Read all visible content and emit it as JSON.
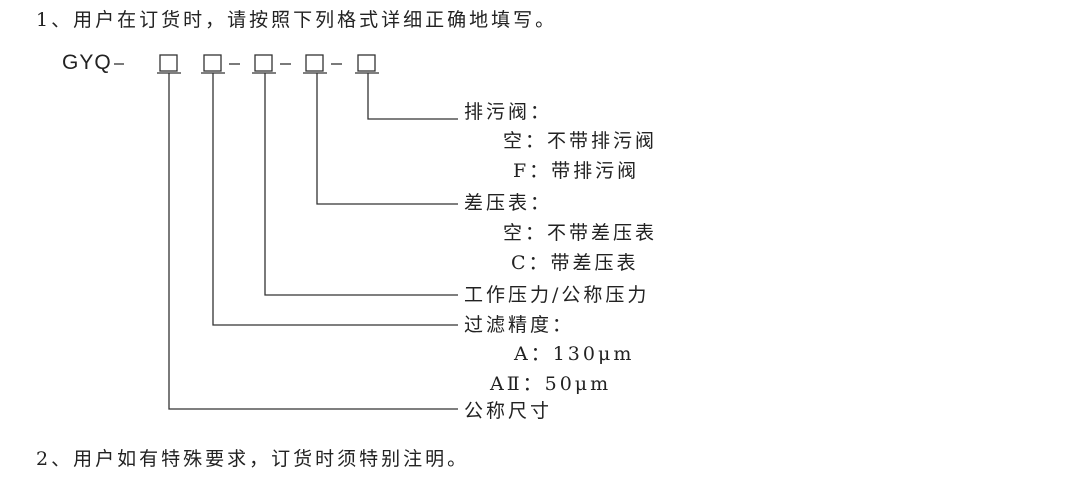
{
  "instructions": {
    "line1": "1、用户在订货时，请按照下列格式详细正确地填写。",
    "line2": "2、用户如有特殊要求，订货时须特别注明。"
  },
  "model_code": {
    "prefix": "GYQ",
    "separator": "-"
  },
  "fields": {
    "drain_valve": {
      "label": "排污阀：",
      "options": [
        "空：不带排污阀",
        "F：带排污阀"
      ]
    },
    "diff_pressure_gauge": {
      "label": "差压表：",
      "options": [
        "空：不带差压表",
        "C：带差压表"
      ]
    },
    "pressure": {
      "label": "工作压力/公称压力"
    },
    "filter_precision": {
      "label": "过滤精度：",
      "options": [
        "A：130μm",
        "AⅡ：50μm"
      ]
    },
    "nominal_size": {
      "label": "公称尺寸"
    }
  }
}
